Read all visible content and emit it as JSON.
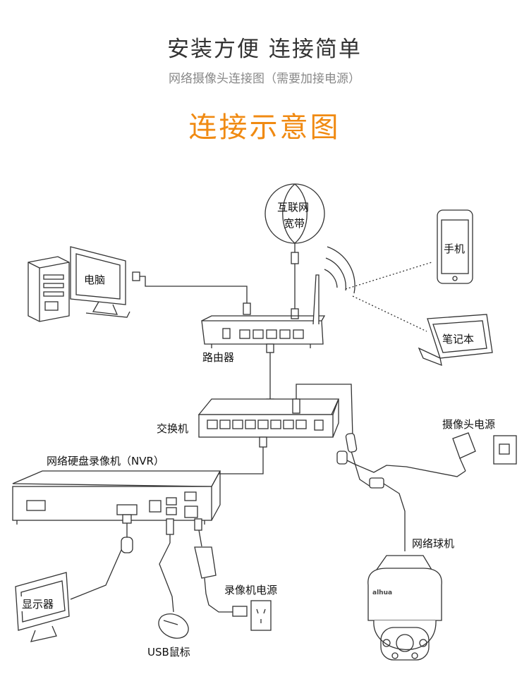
{
  "header": {
    "title": "安装方便 连接简单",
    "subtitle": "网络摄像头连接图（需要加接电源）",
    "diagram_title": "连接示意图"
  },
  "labels": {
    "internet_line1": "互联网",
    "internet_line2": "宽带",
    "computer": "电脑",
    "phone": "手机",
    "laptop": "笔记本",
    "router": "路由器",
    "switch": "交换机",
    "camera_power": "摄像头电源",
    "nvr": "网络硬盘录像机（NVR）",
    "ptz_camera": "网络球机",
    "monitor": "显示器",
    "nvr_power": "录像机电源",
    "usb_mouse": "USB鼠标",
    "camera_brand": "alhua"
  },
  "colors": {
    "accent": "#f08a12",
    "line": "#333333",
    "title": "#333333",
    "subtitle": "#888888"
  }
}
